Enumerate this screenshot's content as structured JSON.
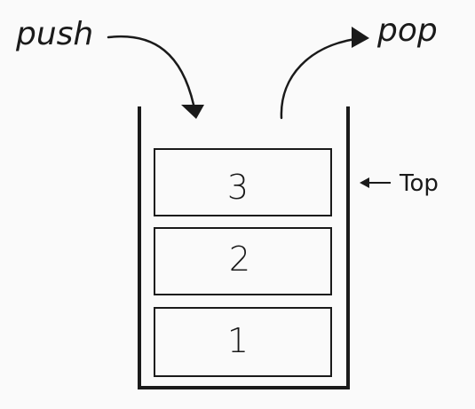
{
  "labels": {
    "push": "push",
    "pop": "pop",
    "top": "Top"
  },
  "stack_items": [
    "3",
    "2",
    "1"
  ],
  "colors": {
    "background": "#fafafa",
    "ink": "#1a1a1a"
  }
}
